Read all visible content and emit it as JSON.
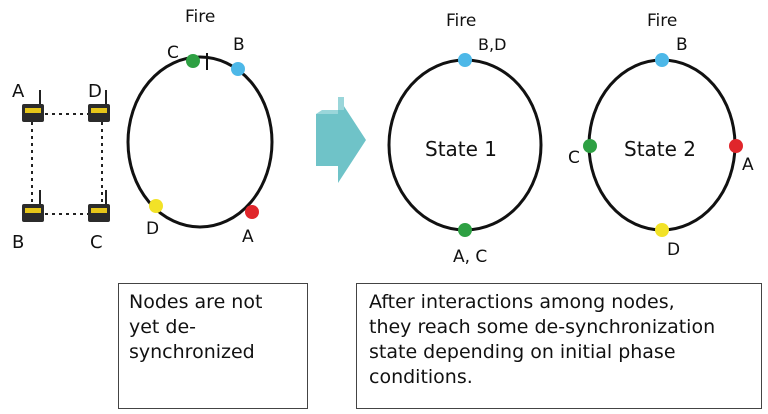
{
  "network": {
    "nodes": [
      {
        "id": "A",
        "label": "A"
      },
      {
        "id": "D",
        "label": "D"
      },
      {
        "id": "B",
        "label": "B"
      },
      {
        "id": "C",
        "label": "C"
      }
    ]
  },
  "phase_rings": {
    "initial": {
      "fire_label": "Fire",
      "nodes": [
        {
          "label": "C",
          "color": "#2ea043"
        },
        {
          "label": "B",
          "color": "#4db8e8"
        },
        {
          "label": "D",
          "color": "#f2e227"
        },
        {
          "label": "A",
          "color": "#e0262b"
        }
      ]
    },
    "state1": {
      "fire_label": "Fire",
      "title": "State 1",
      "top_label": "B,D",
      "bottom_label": "A, C",
      "colors": {
        "top": "#4db8e8",
        "bottom": "#2ea043"
      }
    },
    "state2": {
      "fire_label": "Fire",
      "title": "State 2",
      "nodes": [
        {
          "label": "B",
          "color": "#4db8e8"
        },
        {
          "label": "C",
          "color": "#2ea043"
        },
        {
          "label": "A",
          "color": "#e0262b"
        },
        {
          "label": "D",
          "color": "#f2e227"
        }
      ]
    }
  },
  "arrow_color": "#6fc3c8",
  "caption_left": {
    "lines": [
      "Nodes are not",
      "yet de-",
      "synchronized"
    ]
  },
  "caption_right": {
    "lines": [
      "After interactions among nodes,",
      "they reach some de-synchronization",
      "state depending on initial phase",
      "conditions."
    ]
  }
}
